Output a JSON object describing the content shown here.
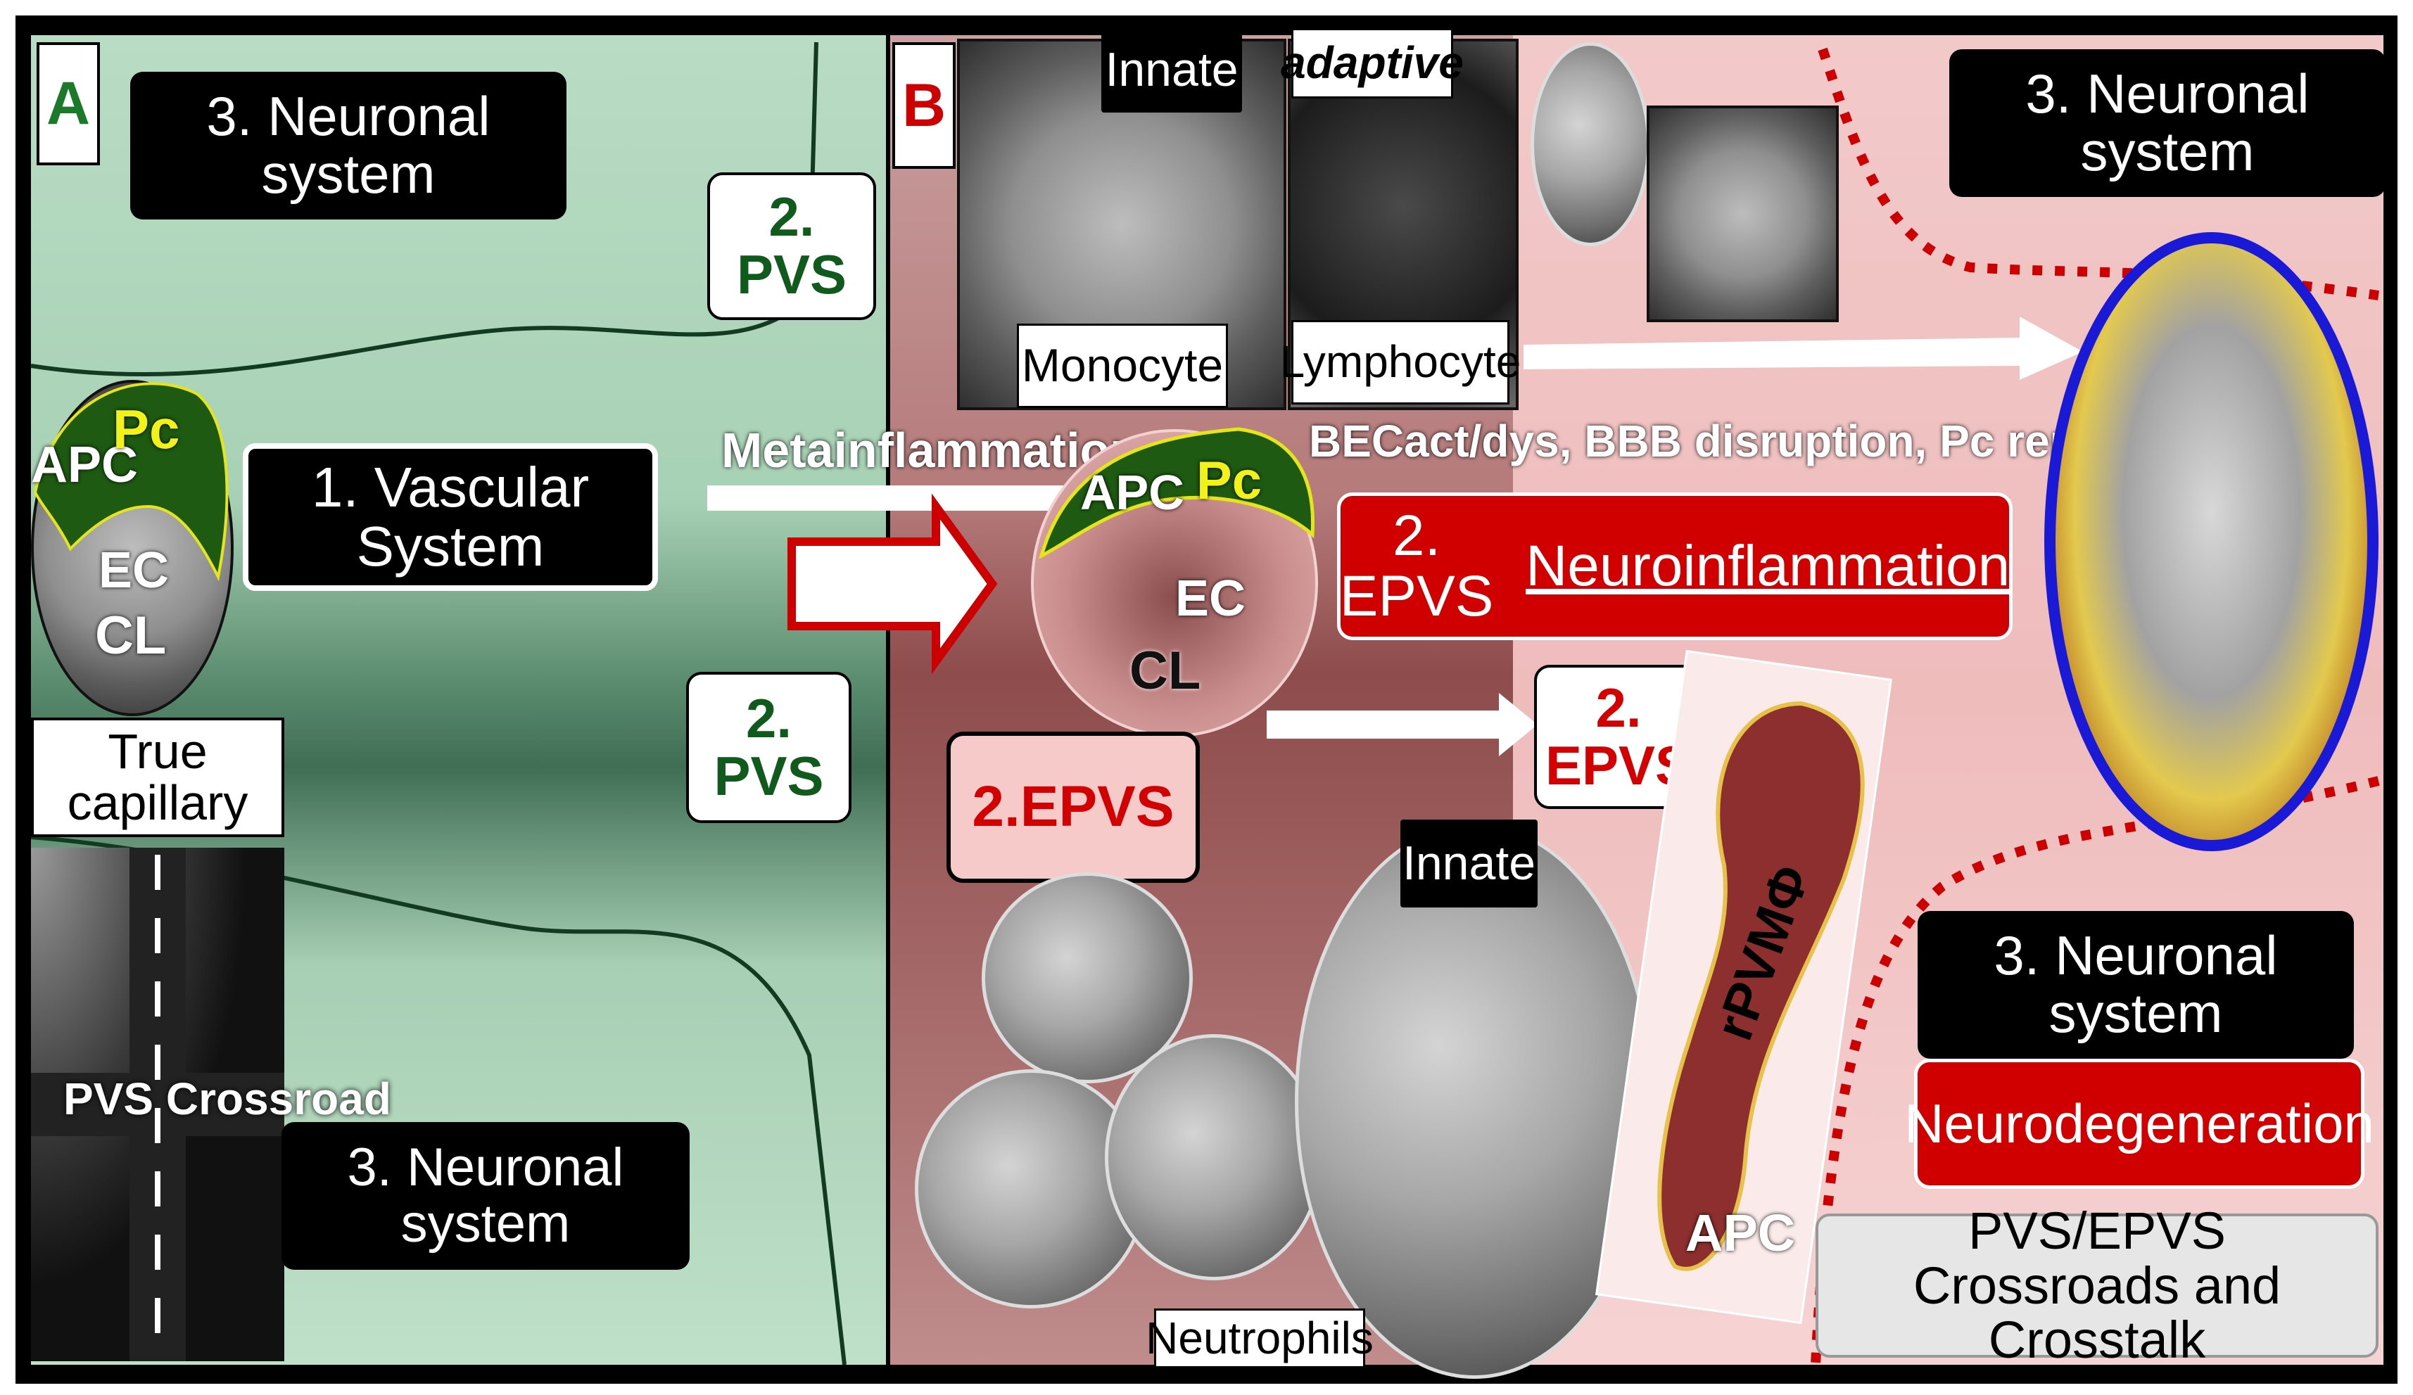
{
  "panel_a": {
    "letter": "A",
    "neuronal_top": "3. Neuronal system",
    "pvs_top": "2. PVS",
    "vascular_system": "1. Vascular System",
    "pvs_mid": "2. PVS",
    "true_capillary": "True capillary",
    "pvs_crossroad": "PVS Crossroad",
    "neuronal_bottom": "3. Neuronal system",
    "capillary_labels": {
      "apc": "APC",
      "pc": "Pc",
      "ec": "EC",
      "cl": "CL"
    }
  },
  "panel_b": {
    "letter": "B",
    "innate_top": "Innate",
    "adaptive": "adaptive",
    "monocyte": "Monocyte",
    "lymphocyte": "Lymphocyte",
    "neuronal_top_right": "3. Neuronal system",
    "metainflammation": "Metainflammation",
    "remodeling": "BECact/dys, BBB disruption, Pc remodeling",
    "epvs_neuroinflammation_prefix": "2.  EPVS",
    "epvs_neuroinflammation_word": "Neuroinflammation",
    "epvs_left": "2.EPVS",
    "epvs_right": "2. EPVS",
    "innate_bottom": "Innate",
    "neutrophils": "Neutrophils",
    "rpvmf": "rPVMΦ",
    "apc_bottom": "APC",
    "neuronal_bottom_right": "3. Neuronal system",
    "neurodegeneration": "Neurodegeneration",
    "crosstalk_line1": "PVS/EPVS",
    "crosstalk_line2": "Crossroads and Crosstalk",
    "capillary_labels": {
      "apc": "APC",
      "pc": "Pc",
      "ec": "EC",
      "cl": "CL"
    }
  },
  "colors": {
    "panel_a_green": "#a7d1b5",
    "panel_b_red": "#b57a7a",
    "pericyte_green": "#1e5a12",
    "accent_red": "#d00000",
    "nvu_blue": "#1a1ad6"
  }
}
